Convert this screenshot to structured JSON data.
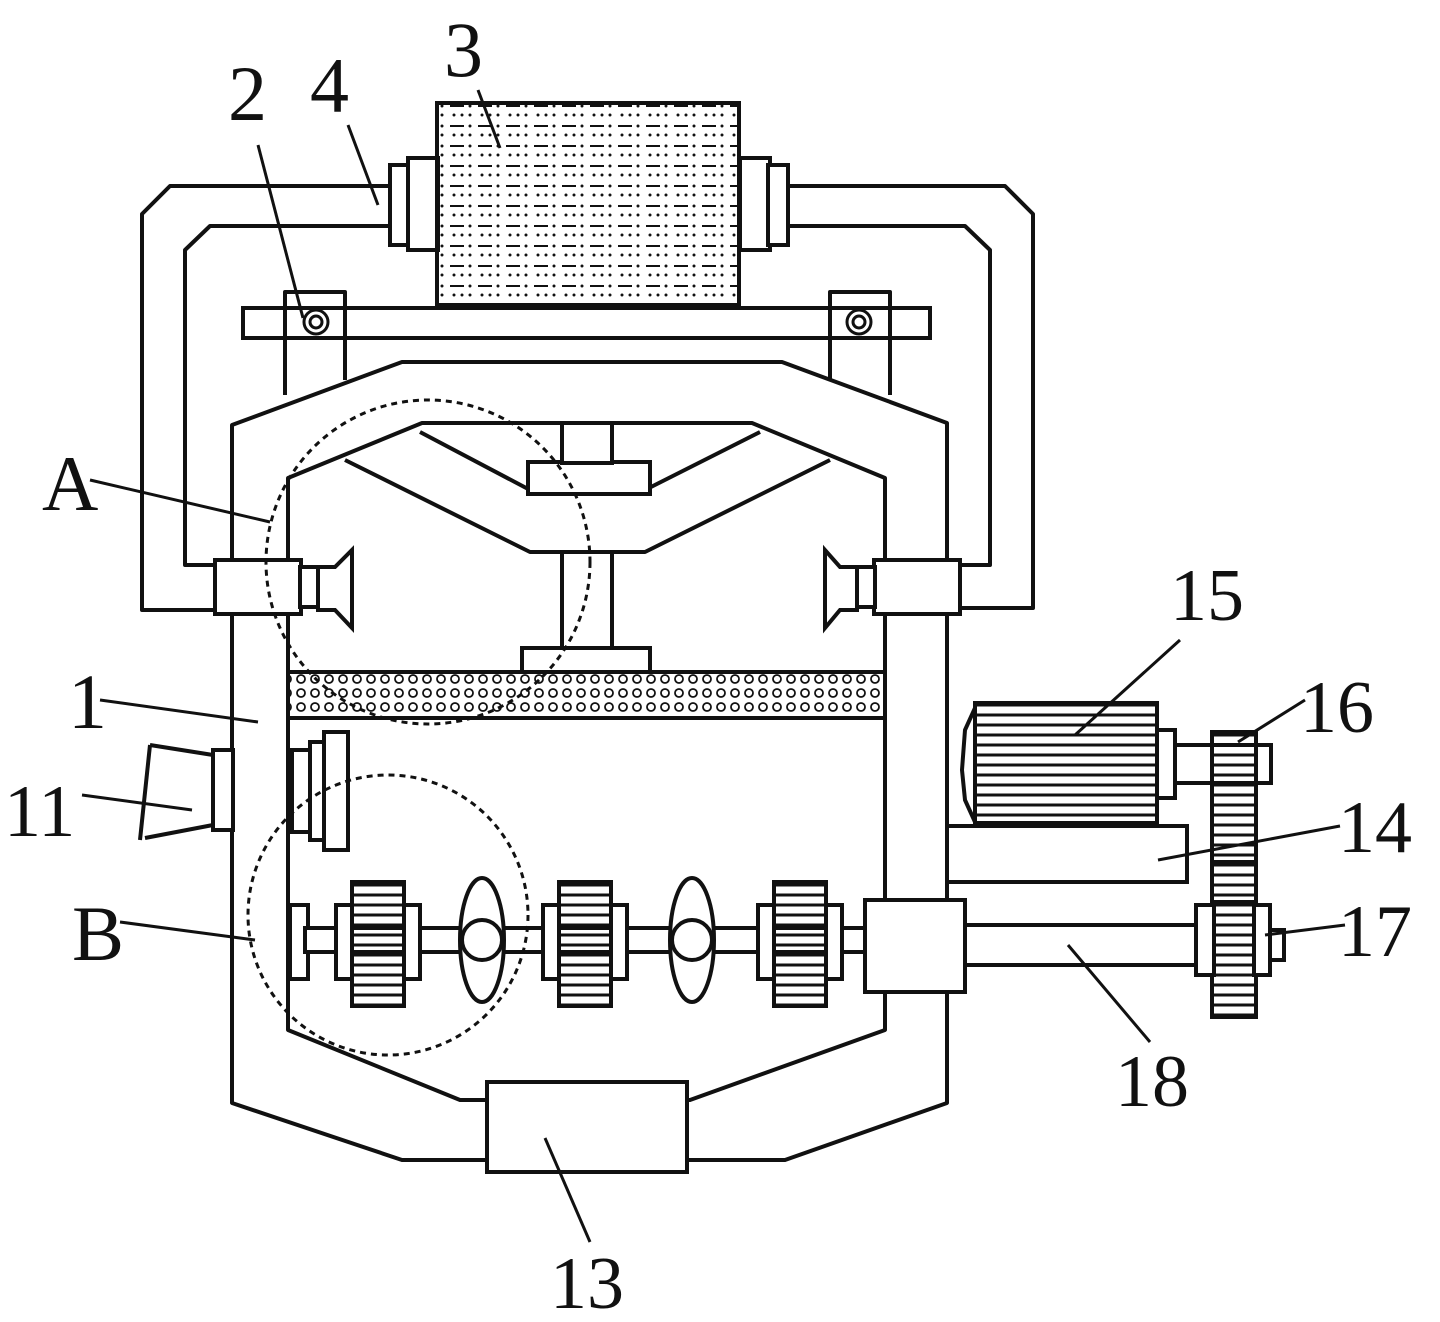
{
  "labels": {
    "l1": "1",
    "l2": "2",
    "l3": "3",
    "l4": "4",
    "lA": "A",
    "lB": "B",
    "l11": "11",
    "l13": "13",
    "l14": "14",
    "l15": "15",
    "l16": "16",
    "l17": "17",
    "l18": "18"
  },
  "colors": {
    "line": "#111111",
    "background": "#ffffff"
  }
}
